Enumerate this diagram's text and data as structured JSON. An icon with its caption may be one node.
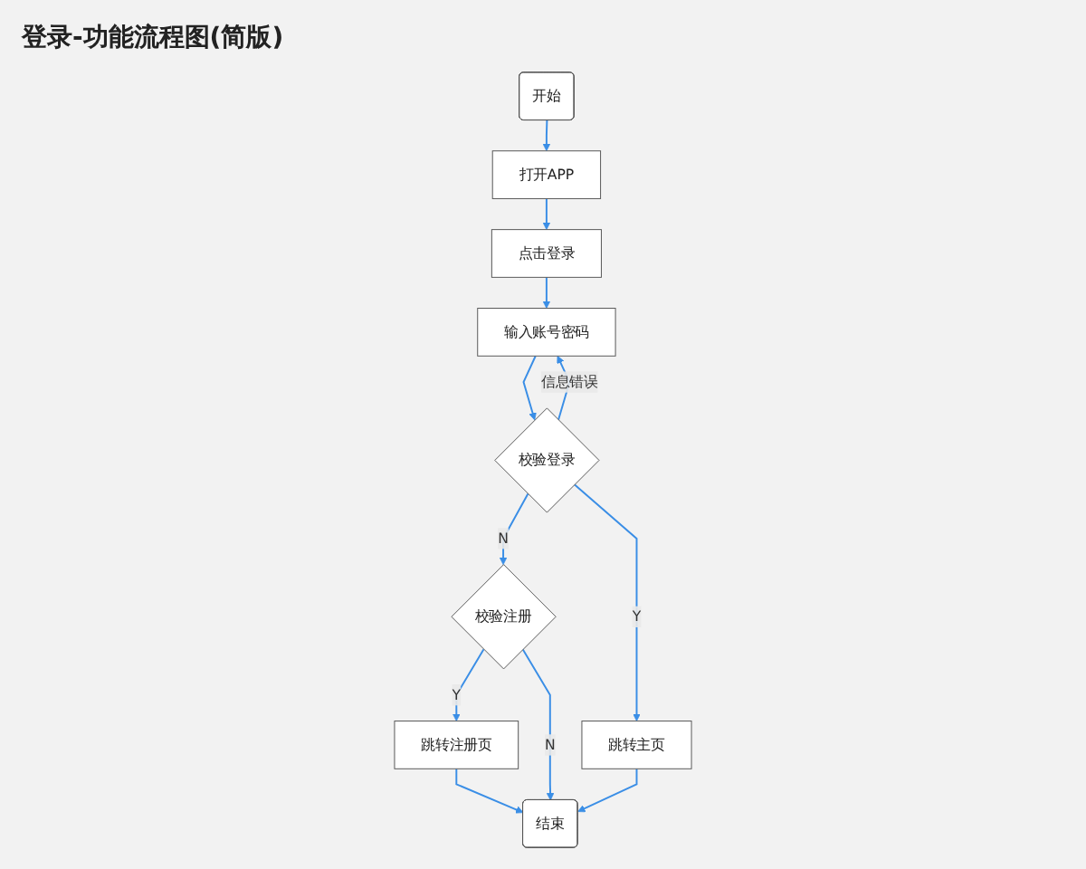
{
  "diagram": {
    "title": "登录-功能流程图(简版)",
    "nodes": [
      {
        "text": [
          "开始"
        ]
      },
      {
        "text": [
          "打开APP"
        ]
      },
      {
        "text": [
          "点击登录"
        ]
      },
      {
        "text": [
          "输入账号密码"
        ]
      },
      {
        "text": [
          "校验登录"
        ]
      },
      {
        "text": [
          "校验注册"
        ]
      },
      {
        "text": [
          "跳转注册页"
        ]
      },
      {
        "text": [
          "跳转主页"
        ]
      },
      {
        "text": [
          "结束"
        ]
      }
    ],
    "edges": [
      {
        "from": 0,
        "to": 1,
        "arrow": "to"
      },
      {
        "from": 1,
        "to": 2,
        "arrow": "to"
      },
      {
        "from": 2,
        "to": 3,
        "arrow": "to"
      },
      {
        "from": 3,
        "to": 4,
        "arrow": "to"
      },
      {
        "from": 4,
        "to": 3,
        "arrow": "to",
        "label": "信息错误"
      },
      {
        "from": 4,
        "to": 5,
        "arrow": "to",
        "label": "N"
      },
      {
        "from": 5,
        "to": 6,
        "arrow": "to",
        "label": "Y"
      },
      {
        "from": 5,
        "to": 8,
        "arrow": "to",
        "label": "N"
      },
      {
        "from": 4,
        "to": 7,
        "arrow": "to",
        "label": "Y"
      },
      {
        "from": 7,
        "to": 8,
        "arrow": "to"
      },
      {
        "from": 6,
        "to": 8,
        "arrow": "to"
      }
    ]
  }
}
